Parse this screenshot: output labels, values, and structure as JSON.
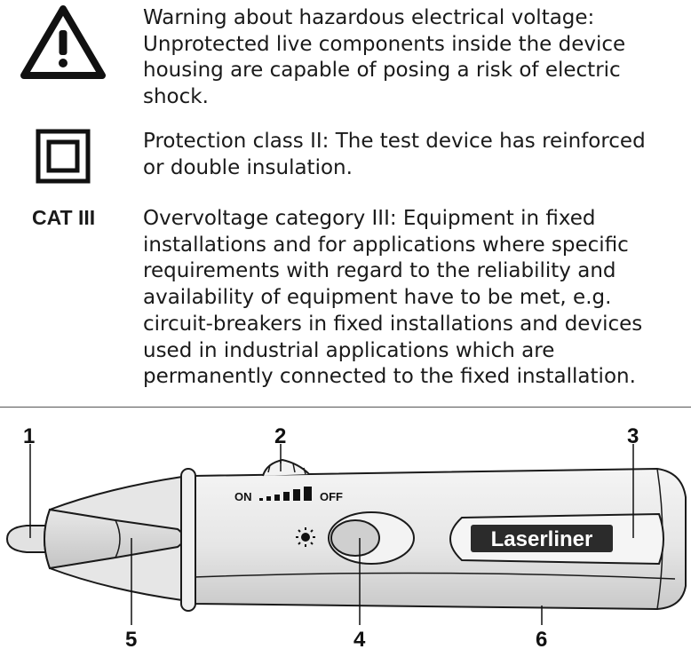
{
  "symbols": [
    {
      "icon": "warning-triangle-icon",
      "lines": [
        "Warning about hazardous electrical voltage:",
        "Unprotected live components inside the device",
        "housing are capable of posing a risk of electric",
        "shock."
      ]
    },
    {
      "icon": "double-square-icon",
      "lines": [
        "Protection class II: The test device has reinforced",
        "or double insulation."
      ]
    },
    {
      "label": "CAT III",
      "lines": [
        "Overvoltage category III: Equipment in fixed",
        "installations and for applications where specific",
        "requirements with regard to the reliability and",
        "availability of equipment have to be met, e.g.",
        "circuit-breakers in fixed installations and devices",
        "used in industrial applications which are",
        "permanently connected to the fixed installation."
      ]
    }
  ],
  "device": {
    "brand": "Laserliner",
    "switch_on": "ON",
    "switch_off": "OFF",
    "light_icon": "flashlight-icon",
    "callouts": [
      "1",
      "2",
      "3",
      "4",
      "5",
      "6"
    ]
  }
}
